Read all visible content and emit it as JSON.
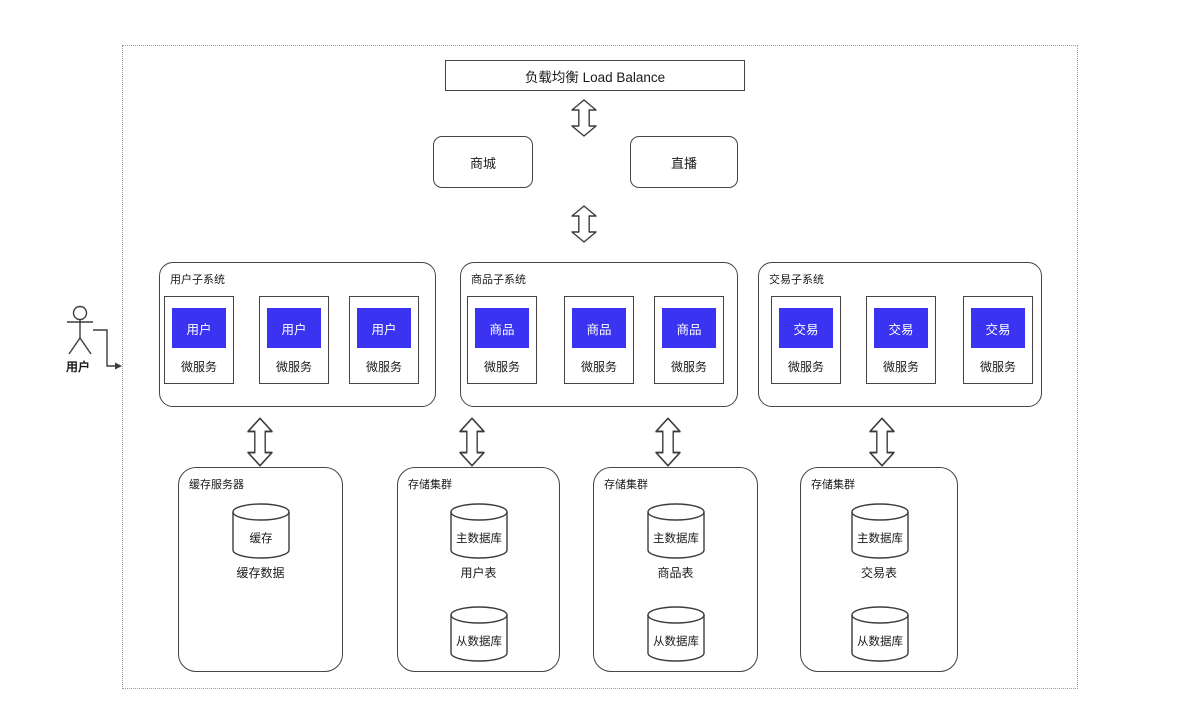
{
  "colors": {
    "accent": "#3a34f2",
    "stroke": "#3c3c3c"
  },
  "load_balancer": {
    "label": "负载均衡 Load Balance"
  },
  "apps": [
    {
      "label": "商城"
    },
    {
      "label": "直播"
    }
  ],
  "actor": {
    "label": "用户"
  },
  "subsystems": [
    {
      "title": "用户子系统",
      "services": [
        {
          "name": "用户",
          "type": "微服务"
        },
        {
          "name": "用户",
          "type": "微服务"
        },
        {
          "name": "用户",
          "type": "微服务"
        }
      ]
    },
    {
      "title": "商品子系统",
      "services": [
        {
          "name": "商品",
          "type": "微服务"
        },
        {
          "name": "商品",
          "type": "微服务"
        },
        {
          "name": "商品",
          "type": "微服务"
        }
      ]
    },
    {
      "title": "交易子系统",
      "services": [
        {
          "name": "交易",
          "type": "微服务"
        },
        {
          "name": "交易",
          "type": "微服务"
        },
        {
          "name": "交易",
          "type": "微服务"
        }
      ]
    }
  ],
  "storage": [
    {
      "title": "缓存服务器",
      "cylinders": [
        {
          "label": "缓存"
        }
      ],
      "caption": "缓存数据"
    },
    {
      "title": "存储集群",
      "cylinders": [
        {
          "label": "主数据库"
        },
        {
          "label": "从数据库"
        }
      ],
      "caption": "用户表"
    },
    {
      "title": "存储集群",
      "cylinders": [
        {
          "label": "主数据库"
        },
        {
          "label": "从数据库"
        }
      ],
      "caption": "商品表"
    },
    {
      "title": "存储集群",
      "cylinders": [
        {
          "label": "主数据库"
        },
        {
          "label": "从数据库"
        }
      ],
      "caption": "交易表"
    }
  ]
}
